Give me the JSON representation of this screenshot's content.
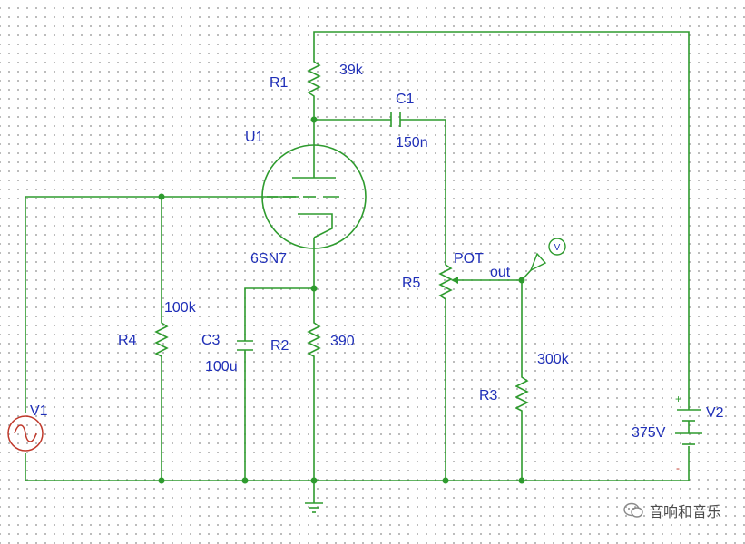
{
  "diagram": {
    "components": {
      "r1": {
        "ref": "R1",
        "value": "39k"
      },
      "c1": {
        "ref": "C1",
        "value": "150n"
      },
      "u1": {
        "ref": "U1",
        "value": "6SN7"
      },
      "r4": {
        "ref": "R4",
        "value": "100k"
      },
      "c3": {
        "ref": "C3",
        "value": "100u"
      },
      "r2": {
        "ref": "R2",
        "value": "390"
      },
      "r5": {
        "ref": "R5",
        "value": "POT"
      },
      "r3": {
        "ref": "R3",
        "value": "300k"
      },
      "v1": {
        "ref": "V1"
      },
      "v2": {
        "ref": "V2",
        "value": "375V"
      }
    },
    "net_labels": {
      "out": "out"
    },
    "probe": {
      "symbol": "V"
    },
    "polarity": {
      "plus": "+",
      "minus": "-"
    }
  },
  "watermark": {
    "text": "音响和音乐",
    "icon": "chat-bubble-icon"
  },
  "colors": {
    "wire": "#2e9b2e",
    "text": "#1f2fb8",
    "source": "#c0392b",
    "grid_dot": "#a9a9a9"
  }
}
